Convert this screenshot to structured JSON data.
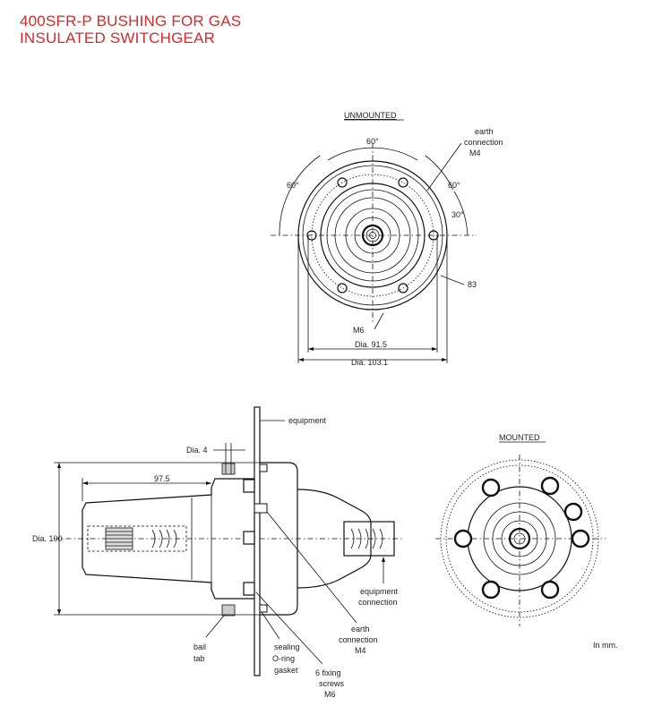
{
  "title": {
    "line1": "400SFR-P BUSHING FOR GAS",
    "line2": "INSULATED SWITCHGEAR",
    "color": "#d42a2a"
  },
  "unmounted_view": {
    "heading": "UNMOUNTED",
    "angle_top": "60°",
    "angle_left": "60°",
    "angle_right": "60°",
    "angle_right_small": "30°",
    "earth_label_line1": "earth",
    "earth_label_line2": "connection",
    "earth_label_line3": "M4",
    "dim_83": "83",
    "m6_label": "M6",
    "dia_inner": "Dia. 91.5",
    "dia_outer": "Dia. 103.1"
  },
  "side_view": {
    "equipment_label": "equipment",
    "dia_4": "Dia. 4",
    "len_97_5": "97.5",
    "dia_100": "Dia. 100",
    "equip_conn_line1": "equipment",
    "equip_conn_line2": "connection",
    "earth_line1": "earth",
    "earth_line2": "connection",
    "earth_line3": "M4",
    "bail_line1": "bail",
    "bail_line2": "tab",
    "seal_line1": "sealing",
    "seal_line2": "O-ring",
    "seal_line3": "gasket",
    "screws_line1": "6 fixing",
    "screws_line2": "screws",
    "screws_line3": "M6"
  },
  "mounted_view": {
    "heading": "MOUNTED"
  },
  "units_note": "In mm.",
  "icons": {
    "bolt": "bolt-icon",
    "hole": "bolt-hole-icon"
  }
}
